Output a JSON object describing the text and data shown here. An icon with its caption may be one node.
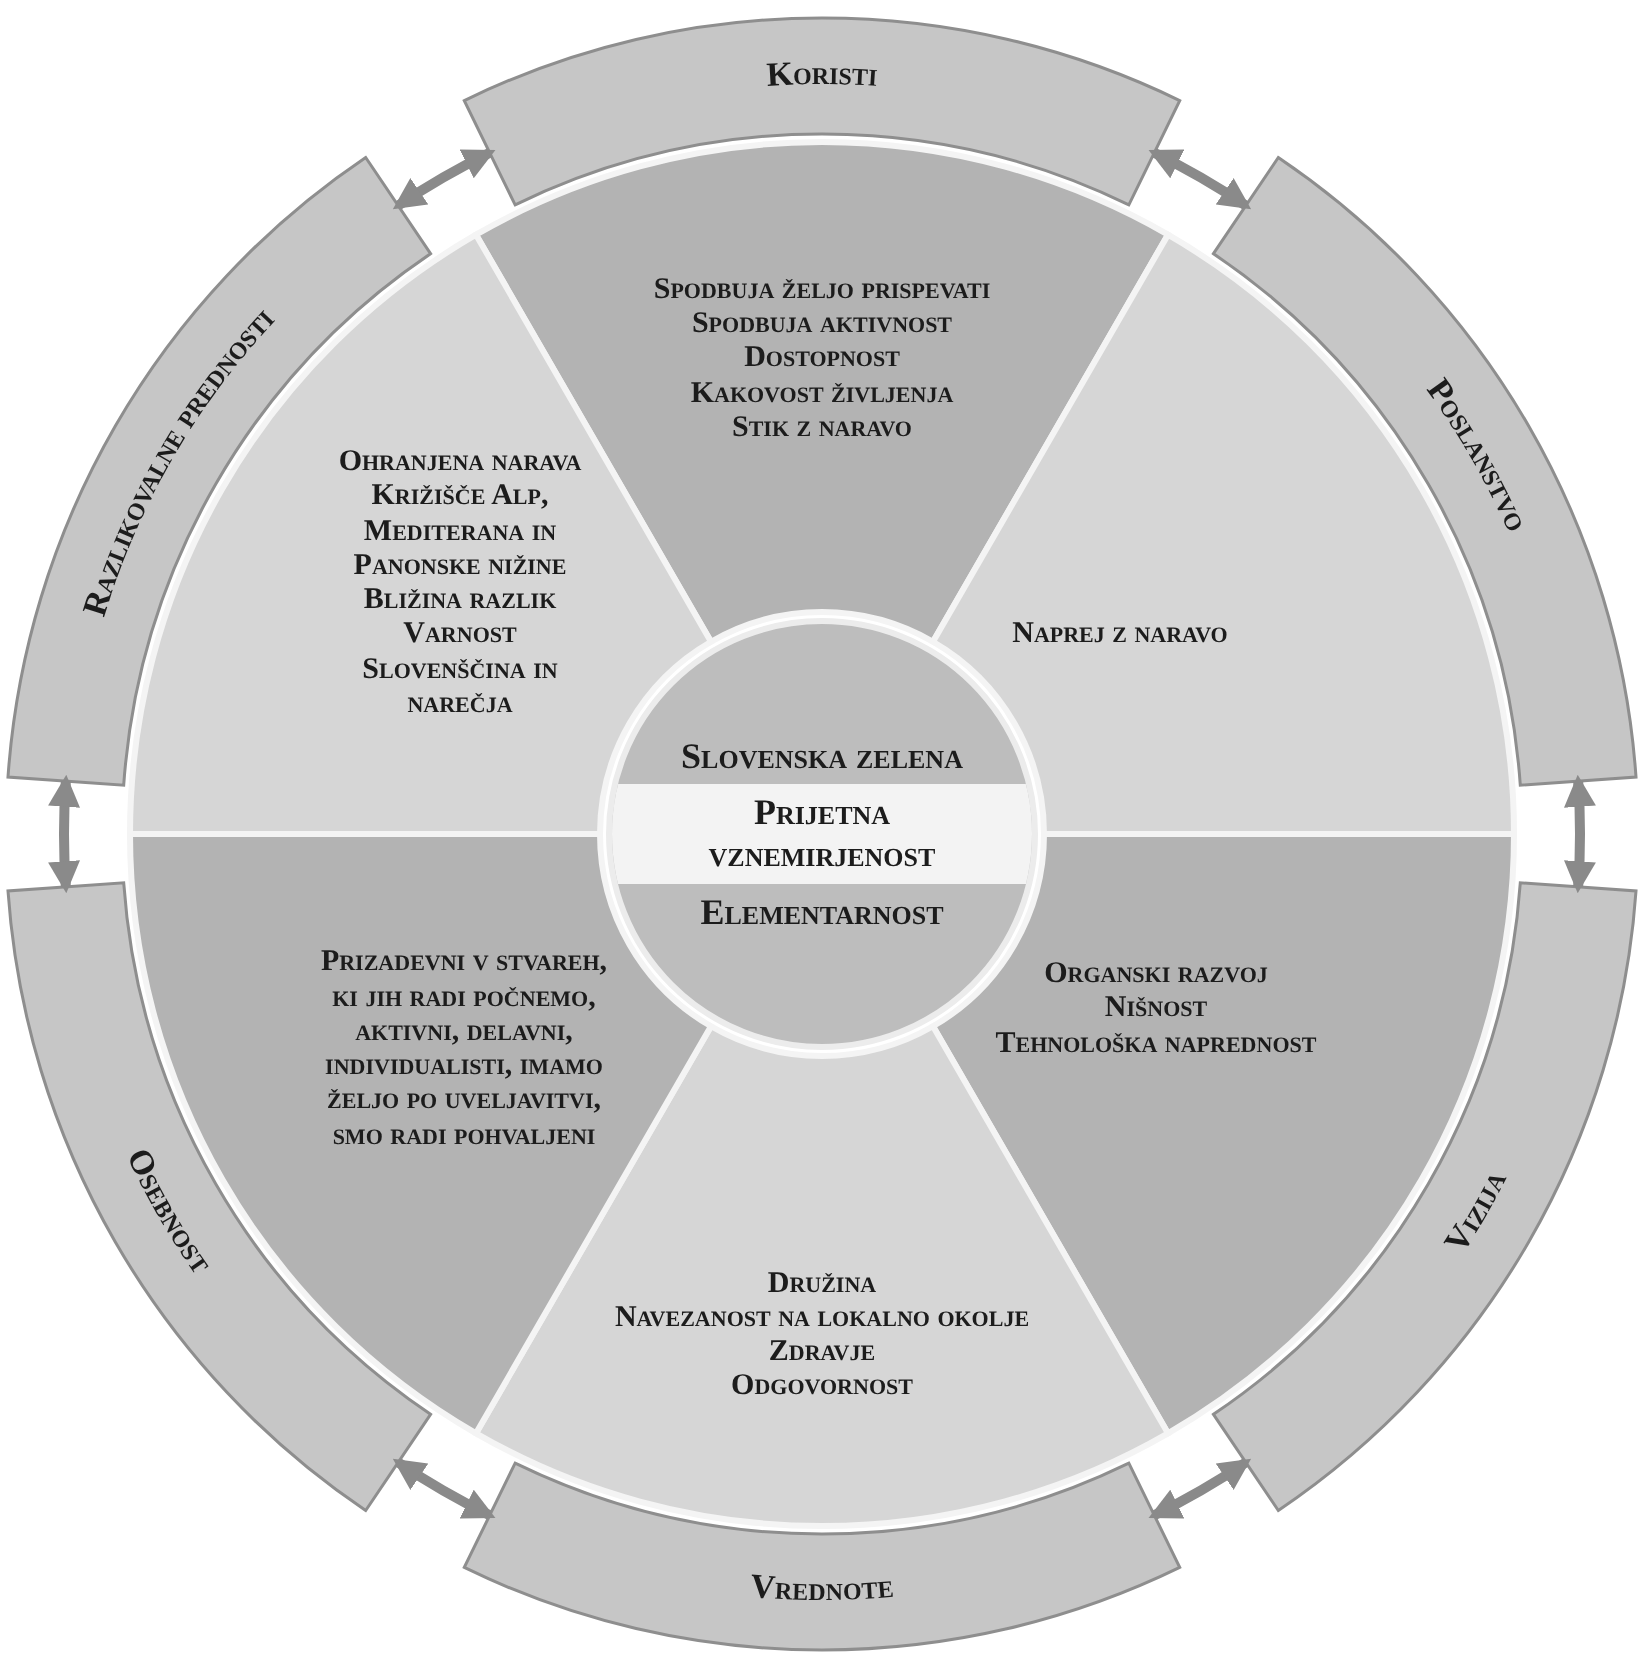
{
  "diagram": {
    "nodes": [
      {
        "text": [
          "Koristi"
        ]
      },
      {
        "text": [
          "Poslanstvo"
        ]
      },
      {
        "text": [
          "Vizija"
        ]
      },
      {
        "text": [
          "Vrednote"
        ]
      },
      {
        "text": [
          "Osebnost"
        ]
      },
      {
        "text": [
          "Razlikovalne prednosti"
        ]
      },
      {
        "text": [
          "Spodbuja željo prispevati",
          "Spodbuja aktivnost",
          "Dostopnost",
          "Kakovost življenja",
          "Stik z naravo"
        ]
      },
      {
        "text": [
          "Naprej z naravo"
        ]
      },
      {
        "text": [
          "Organski razvoj",
          "Nišnost",
          "Tehnološka naprednost"
        ]
      },
      {
        "text": [
          "Družina",
          "Navezanost na lokalno okolje",
          "Zdravje",
          "Odgovornost"
        ]
      },
      {
        "text": [
          "Prizadevni v stvareh, ki jih radi počnemo, aktivni, delavni, individualisti, imamo željo po uveljavitvi, smo radi pohvaljeni"
        ]
      },
      {
        "text": [
          "Ohranjena narava",
          "Križišče Alp, Mediterana in Panonske nižine",
          "Bližina razlik",
          "Varnost",
          "Slovenščina in narečja"
        ]
      },
      {
        "text": [
          "Slovenska zelena",
          "Prijetna vznemirjenost",
          "Elementarnost"
        ]
      }
    ],
    "edges": [
      {
        "from": 5,
        "to": 0,
        "arrow": "both"
      },
      {
        "from": 0,
        "to": 1,
        "arrow": "both"
      },
      {
        "from": 1,
        "to": 2,
        "arrow": "both"
      },
      {
        "from": 2,
        "to": 3,
        "arrow": "both"
      },
      {
        "from": 3,
        "to": 4,
        "arrow": "both"
      },
      {
        "from": 4,
        "to": 5,
        "arrow": "both"
      }
    ]
  }
}
